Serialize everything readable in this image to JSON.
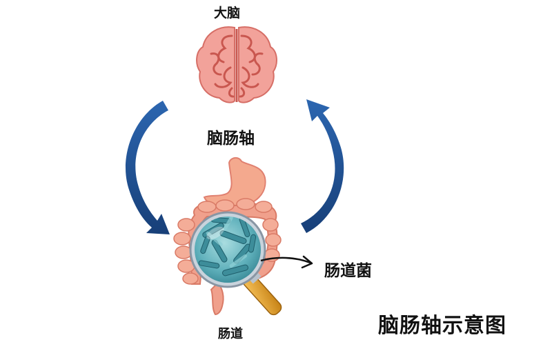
{
  "labels": {
    "brain": "大脑",
    "axis": "脑肠轴",
    "bacteria": "肠道菌",
    "gut": "肠道",
    "caption": "脑肠轴示意图"
  },
  "colors": {
    "brain": "#f2a29a",
    "brain_line": "#c9574f",
    "intestine": "#f0a08c",
    "stomach": "#f4a98e",
    "arrow": "#1f4e8c",
    "lens_rim": "#9aa8b5",
    "bacteria_bg": "#6fbcc6",
    "handle": "#e3a024"
  },
  "icons": [
    "brain-icon",
    "intestine-icon",
    "magnifier-icon",
    "bacteria-icon",
    "arrow-down-icon",
    "arrow-up-icon",
    "pointer-arrow-icon"
  ]
}
